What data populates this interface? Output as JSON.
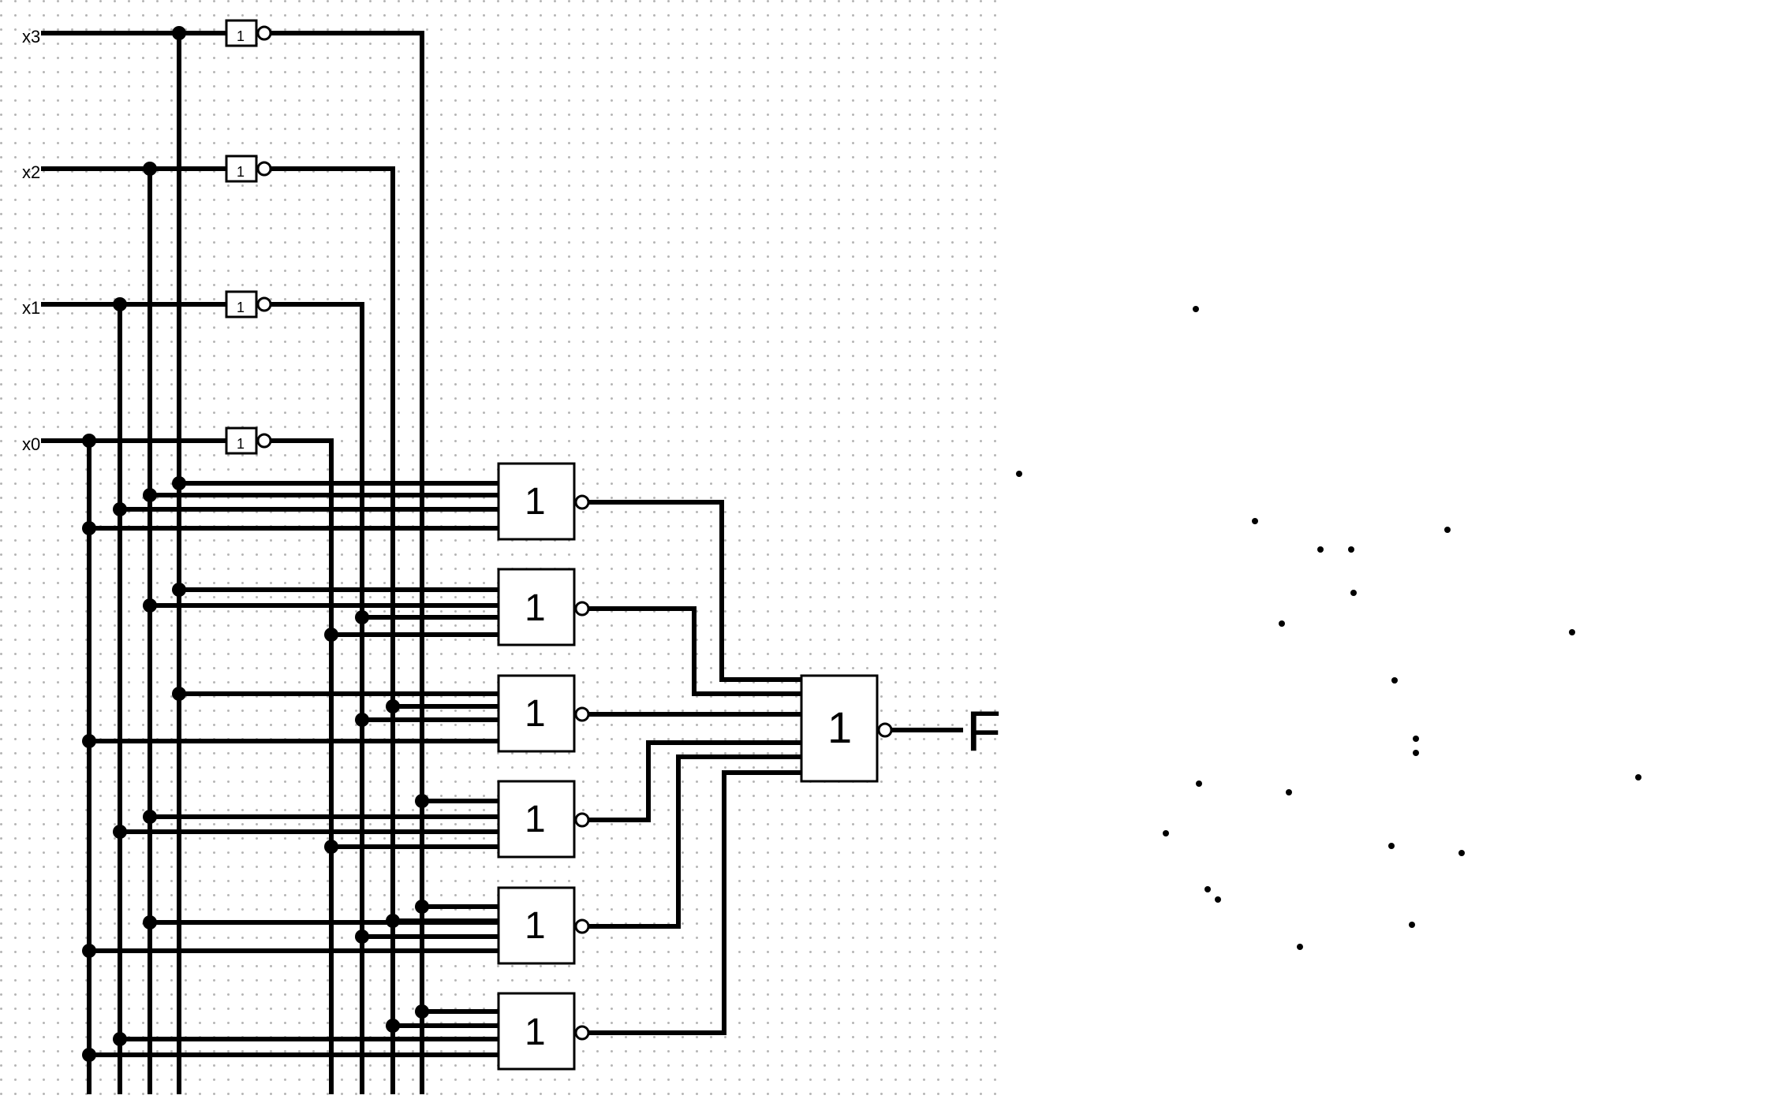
{
  "inputs": [
    "x3",
    "x2",
    "x1",
    "x0"
  ],
  "inverter_label": "1",
  "nor_gate_label": "1",
  "output_label": "F"
}
